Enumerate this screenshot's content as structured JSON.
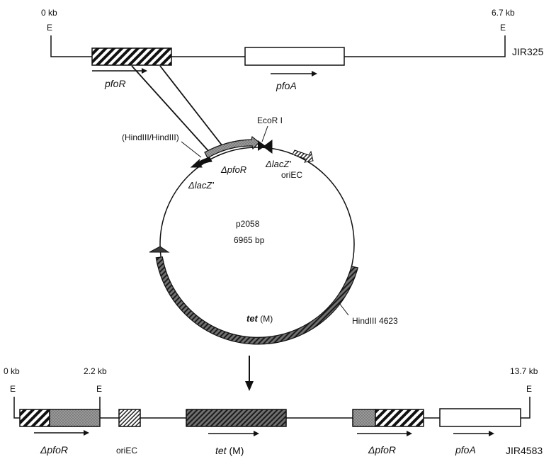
{
  "top_map": {
    "left_coord": "0 kb",
    "right_coord": "6.7 kb",
    "left_site": "E",
    "right_site": "E",
    "name": "JIR325",
    "gene1": "pfoR",
    "gene2": "pfoA"
  },
  "plasmid": {
    "name": "p2058",
    "size": "6965 bp",
    "fusion_site": "(HindIII/HindIII)",
    "ecori_site": "EcoR I",
    "delta_pfor": "ΔpfoR",
    "lacz_left": "ΔlacZ'",
    "lacz_right": "ΔlacZ'",
    "ori": "oriEC",
    "tet": "tet",
    "tet_suffix": " (M)",
    "hindiii_site": "HindIII 4623"
  },
  "bottom_map": {
    "left_coord": "0 kb",
    "mid_coord": "2.2 kb",
    "right_coord": "13.7 kb",
    "left_site": "E",
    "mid_site": "E",
    "right_site": "E",
    "name": "JIR4583",
    "gene1": "ΔpfoR",
    "ori": "oriEC",
    "tet": "tet",
    "tet_suffix": " (M)",
    "gene4": "ΔpfoR",
    "gene5": "pfoA"
  }
}
